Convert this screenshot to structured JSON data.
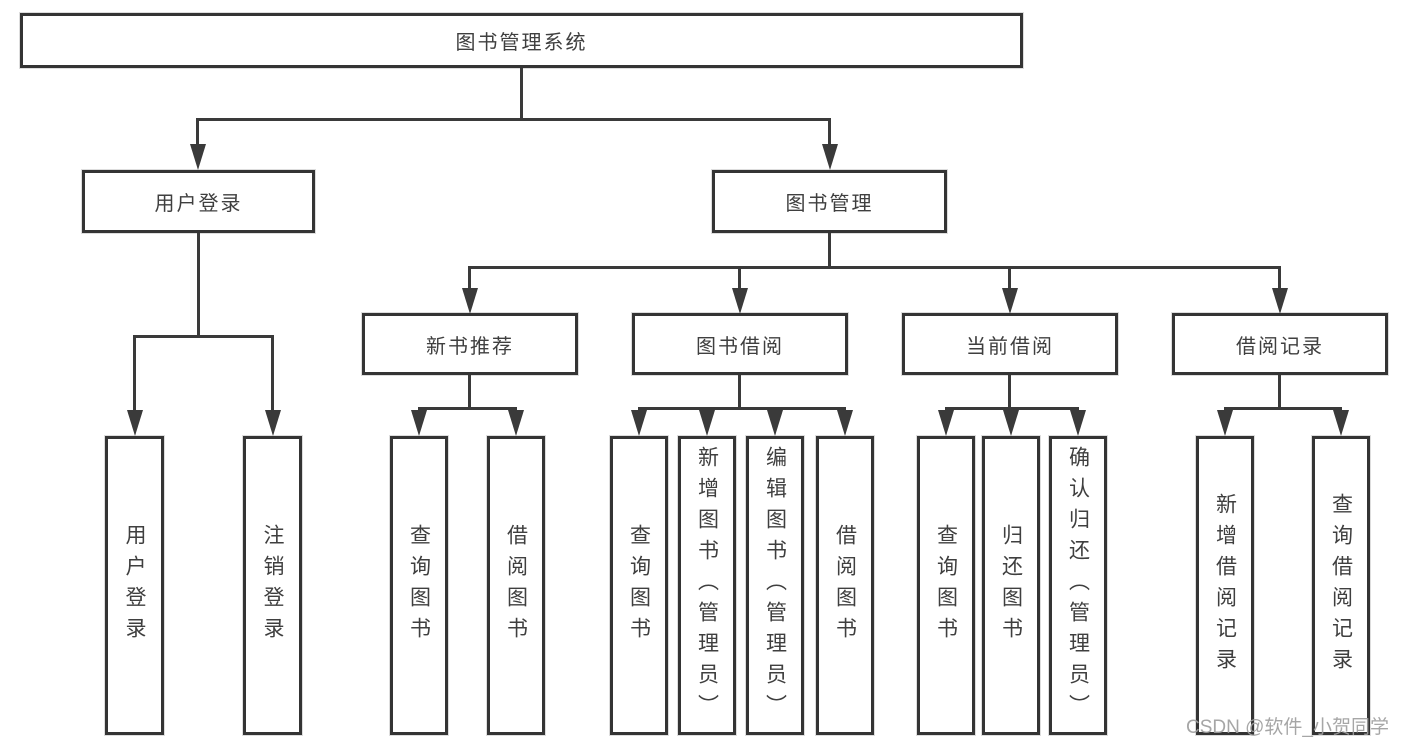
{
  "tree": {
    "root": {
      "label": "图书管理系统"
    },
    "branches": [
      {
        "label": "用户登录",
        "children": [
          {
            "label": "用户登录"
          },
          {
            "label": "注销登录"
          }
        ]
      },
      {
        "label": "图书管理",
        "groups": [
          {
            "label": "新书推荐",
            "children": [
              {
                "label": "查询图书"
              },
              {
                "label": "借阅图书"
              }
            ]
          },
          {
            "label": "图书借阅",
            "children": [
              {
                "label": "查询图书"
              },
              {
                "label": "新增图书（管理员）"
              },
              {
                "label": "编辑图书（管理员）"
              },
              {
                "label": "借阅图书"
              }
            ]
          },
          {
            "label": "当前借阅",
            "children": [
              {
                "label": "查询图书"
              },
              {
                "label": "归还图书"
              },
              {
                "label": "确认归还（管理员）"
              }
            ]
          },
          {
            "label": "借阅记录",
            "children": [
              {
                "label": "新增借阅记录"
              },
              {
                "label": "查询借阅记录"
              }
            ]
          }
        ]
      }
    ]
  },
  "watermark": {
    "text": "CSDN @软件_小贺同学"
  },
  "colors": {
    "line": "#3a3a3a",
    "text": "#3f3f3f",
    "background": "#ffffff",
    "watermark": "#9e9e9e"
  }
}
